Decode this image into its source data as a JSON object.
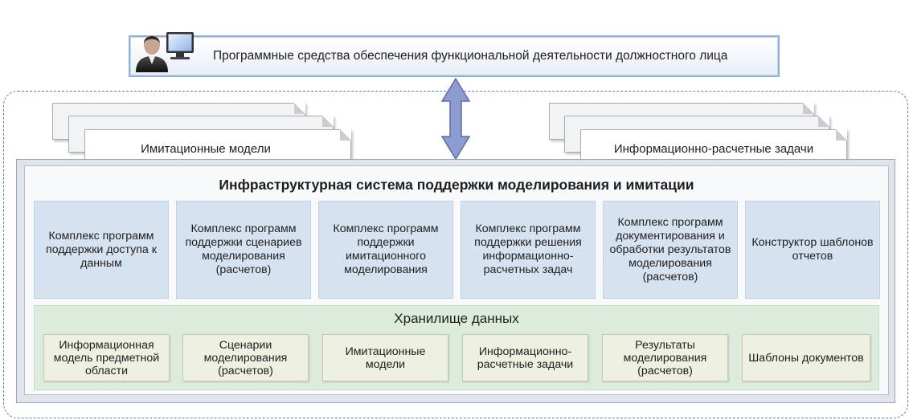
{
  "header": {
    "title": "Программные средства обеспечения функциональной деятельности должностного лица"
  },
  "stacks": {
    "left_label": "Имитационные модели",
    "right_label": "Информационно-расчетные задачи"
  },
  "system": {
    "title": "Инфраструктурная система поддержки моделирования и имитации",
    "components": [
      "Комплекс программ поддержки доступа к данным",
      "Комплекс программ поддержки сценариев моделирования (расчетов)",
      "Комплекс программ поддержки имитационного моделирования",
      "Комплекс программ поддержки решения информационно-расчетных задач",
      "Комплекс программ документирования и обработки результатов моделирования (расчетов)",
      "Конструктор шаблонов отчетов"
    ]
  },
  "storage": {
    "title": "Хранилище данных",
    "items": [
      "Информационная модель предметной области",
      "Сценарии моделирования (расчетов)",
      "Имитационные модели",
      "Информационно-расчетные задачи",
      "Результаты моделирования (расчетов)",
      "Шаблоны документов"
    ]
  },
  "colors": {
    "component_fill": "#d5e2f0",
    "storage_fill": "#dcebdc",
    "arrow_fill": "#8c9bd0",
    "outline_dash": "#5b82b8"
  },
  "icons": {
    "user": "user-at-computer-icon",
    "arrow": "double-vertical-arrow"
  }
}
